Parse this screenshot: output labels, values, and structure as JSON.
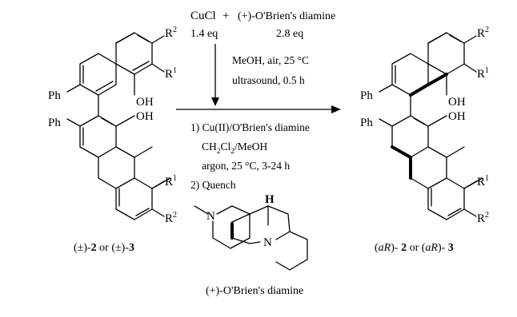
{
  "reagents": {
    "cucl": "CuCl",
    "plus": "+",
    "diamine": "(+)-O'Brien's diamine",
    "cucl_eq": "1.4 eq",
    "diamine_eq": "2.8 eq",
    "step_solvent": "MeOH, air, 25 °C",
    "step_ultrasound": "ultrasound, 0.5 h"
  },
  "conditions": {
    "line1": "1) Cu(II)/O'Brien's diamine",
    "line2_prefix": "CH",
    "line2_sub1": "2",
    "line2_mid": "Cl",
    "line2_sub2": "2",
    "line2_suffix": "/MeOH",
    "line3": "argon, 25 °C, 3-24 h",
    "line4": "2) Quench"
  },
  "reactant": {
    "r2_top": "R",
    "r2_top_sup": "2",
    "r1_top": "R",
    "r1_top_sup": "1",
    "ph_top": "Ph",
    "oh_top": "OH",
    "ph_bottom": "Ph",
    "oh_bottom": "OH",
    "r1_bottom": "R",
    "r1_bottom_sup": "1",
    "r2_bottom": "R",
    "r2_bottom_sup": "2",
    "label_a": "(±)-",
    "label_b": "2",
    "label_c": " or (±)-",
    "label_d": "3"
  },
  "product": {
    "r2_top": "R",
    "r2_top_sup": "2",
    "r1_top": "R",
    "r1_top_sup": "1",
    "ph_top": "Ph",
    "oh_top": "OH",
    "ph_bottom": "Ph",
    "oh_bottom": "OH",
    "r1_bottom": "R",
    "r1_bottom_sup": "1",
    "r2_bottom": "R",
    "r2_bottom_sup": "2",
    "label_a": "(",
    "label_b": "aR",
    "label_c": ")- ",
    "label_d": "2",
    "label_e": " or (",
    "label_f": "aR",
    "label_g": ")- ",
    "label_h": "3"
  },
  "diamine_structure": {
    "h_label": "H",
    "n_left": "N",
    "n_right": "N",
    "caption": "(+)-O'Brien's diamine"
  }
}
